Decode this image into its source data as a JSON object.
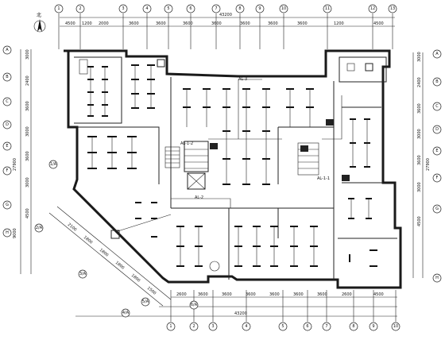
{
  "drawing": {
    "north_label": "北",
    "panels": {
      "a": "AL-1-2",
      "b": "AL-1-1",
      "c": "AL-3",
      "d": "AL-2"
    },
    "top_overall": "43200",
    "bottom_overall": "43200",
    "left_overall": "27900",
    "left_mid": "9000",
    "right_overall": "27900",
    "top_dims": [
      "4500",
      "1200",
      "2000",
      "3600",
      "3600",
      "3600",
      "3600",
      "3600",
      "3600",
      "3600",
      "1200",
      "4500"
    ],
    "bottom_dims": [
      "2600",
      "3600",
      "3600",
      "3600",
      "3600",
      "3600",
      "3600",
      "2600",
      "4500"
    ],
    "left_dims": [
      "3000",
      "2400",
      "3600",
      "3000",
      "3600",
      "3000",
      "4500"
    ],
    "right_dims": [
      "3000",
      "2400",
      "3600",
      "3000",
      "3600",
      "3000",
      "4500"
    ],
    "diag_dims": [
      "2100",
      "1800",
      "1800",
      "1800",
      "1800",
      "1500"
    ],
    "top_axes": [
      "1",
      "2",
      "3",
      "4",
      "5",
      "6",
      "7",
      "8",
      "9",
      "10",
      "11",
      "12",
      "13"
    ],
    "bottom_axes": [
      "1",
      "2",
      "3",
      "4",
      "5",
      "6",
      "7",
      "8",
      "9",
      "10"
    ],
    "left_axes": [
      "A",
      "B",
      "C",
      "D",
      "E",
      "F",
      "G",
      "H"
    ],
    "right_axes": [
      "A",
      "B",
      "C",
      "D",
      "E",
      "F",
      "G",
      "H"
    ],
    "diag_axes": [
      "1/A",
      "2/A",
      "3/A",
      "4/A",
      "5/A",
      "6/A"
    ]
  }
}
